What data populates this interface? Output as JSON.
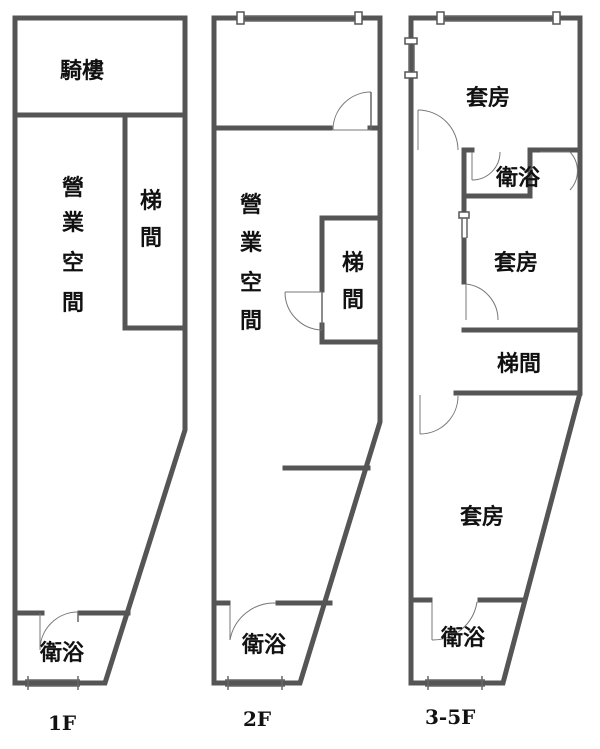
{
  "floors": {
    "f1": {
      "label": "1F",
      "arcade": "騎樓",
      "business_area": [
        "營",
        "業",
        "空",
        "間"
      ],
      "stair": [
        "梯",
        "間"
      ],
      "bathroom": "衛浴"
    },
    "f2": {
      "label": "2F",
      "business_area": [
        "營",
        "業",
        "空",
        "間"
      ],
      "stair": [
        "梯",
        "間"
      ],
      "bathroom": "衛浴"
    },
    "f35": {
      "label": "3-5F",
      "suite_top": "套房",
      "bathroom_mid": "衛浴",
      "suite_mid": "套房",
      "stair": "梯間",
      "suite_bottom": "套房",
      "bathroom_bottom": "衛浴"
    }
  },
  "colors": {
    "wall": "#555555",
    "text": "#111111"
  }
}
